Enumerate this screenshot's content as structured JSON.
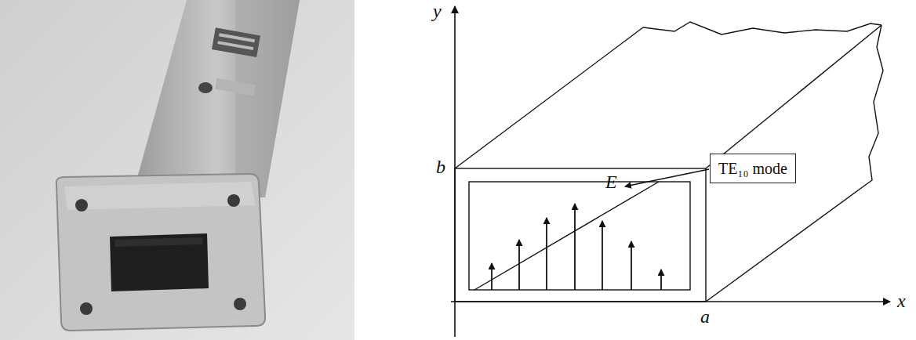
{
  "diagram": {
    "nodes": [
      {
        "text": [
          "TE₁₀ mode"
        ]
      }
    ],
    "labels": [
      "y",
      "b",
      "x",
      "a",
      "E"
    ]
  }
}
